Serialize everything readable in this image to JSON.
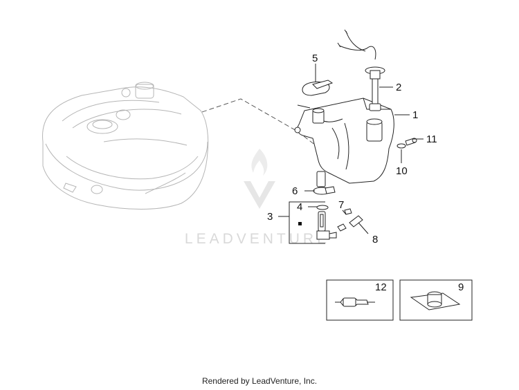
{
  "callouts": {
    "c1": "1",
    "c2": "2",
    "c3": "3",
    "c4": "4",
    "c5": "5",
    "c6": "6",
    "c7": "7",
    "c8": "8",
    "c9": "9",
    "c10": "10",
    "c11": "11",
    "c12": "12"
  },
  "watermark": {
    "text": "LEADVENTURE",
    "logo_icon": "flame-v-logo"
  },
  "footer": {
    "text": "Rendered by LeadVenture, Inc."
  }
}
